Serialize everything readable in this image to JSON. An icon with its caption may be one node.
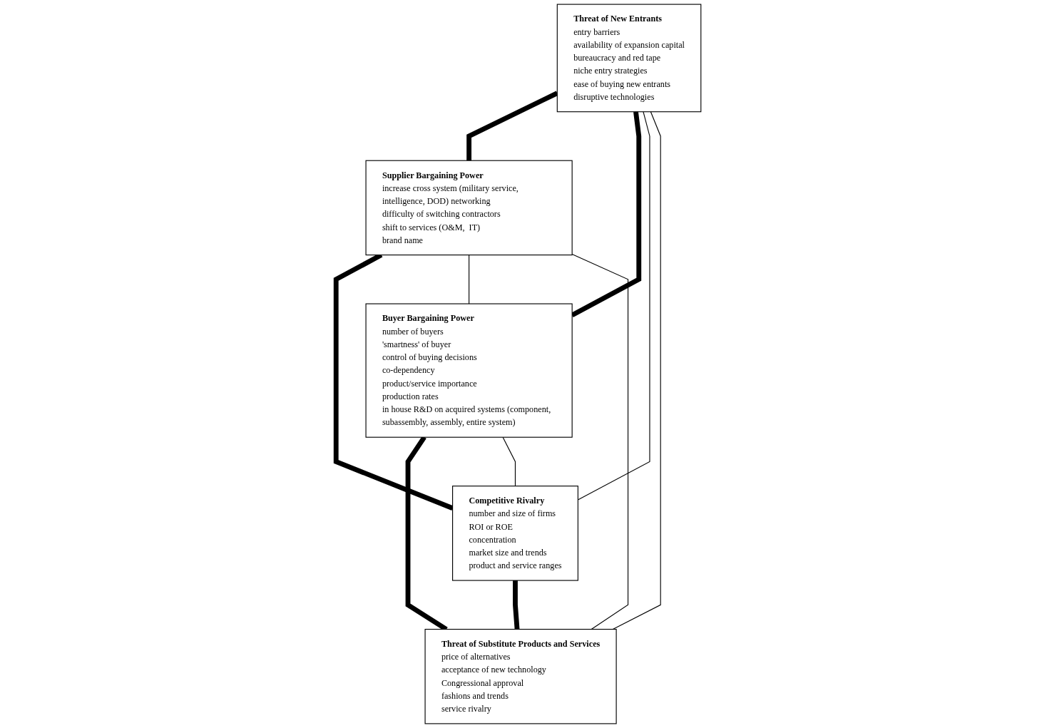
{
  "diagram": {
    "nodes": [
      {
        "text": [
          "Threat of New Entrants",
          "entry barriers",
          "availability of expansion capital",
          "bureaucracy and red tape",
          "niche entry strategies",
          "ease of buying new entrants",
          "disruptive technologies"
        ]
      },
      {
        "text": [
          "Supplier Bargaining Power",
          "increase cross system (military service, intelligence, DOD) networking",
          "difficulty of switching contractors",
          "shift to services (O&M,  IT)",
          "brand name"
        ]
      },
      {
        "text": [
          "Buyer Bargaining Power",
          "number of buyers",
          "'smartness' of buyer",
          "control of buying decisions",
          "co-dependency",
          "product/service importance",
          "production rates",
          "in house R&D on acquired systems (component, subassembly, assembly, entire system)"
        ]
      },
      {
        "text": [
          "Competitive Rivalry",
          "number and size of firms",
          "ROI or ROE",
          "concentration",
          "market size and trends",
          "product and service ranges"
        ]
      },
      {
        "text": [
          "Threat of Substitute Products   and Services",
          "price of alternatives",
          "acceptance of new technology",
          "Congressional approval",
          "fashions and trends",
          "service rivalry"
        ]
      }
    ],
    "edges": [
      {
        "from": 0,
        "to": 1,
        "arrow": "none",
        "style": "thick"
      },
      {
        "from": 0,
        "to": 2,
        "arrow": "none",
        "style": "thick"
      },
      {
        "from": 1,
        "to": 3,
        "arrow": "none",
        "style": "thick"
      },
      {
        "from": 2,
        "to": 4,
        "arrow": "none",
        "style": "thick"
      },
      {
        "from": 3,
        "to": 4,
        "arrow": "none",
        "style": "thick"
      },
      {
        "from": 0,
        "to": 3,
        "arrow": "none"
      },
      {
        "from": 0,
        "to": 4,
        "arrow": "none"
      },
      {
        "from": 1,
        "to": 2,
        "arrow": "none"
      },
      {
        "from": 1,
        "to": 4,
        "arrow": "none"
      },
      {
        "from": 2,
        "to": 3,
        "arrow": "none"
      }
    ]
  }
}
